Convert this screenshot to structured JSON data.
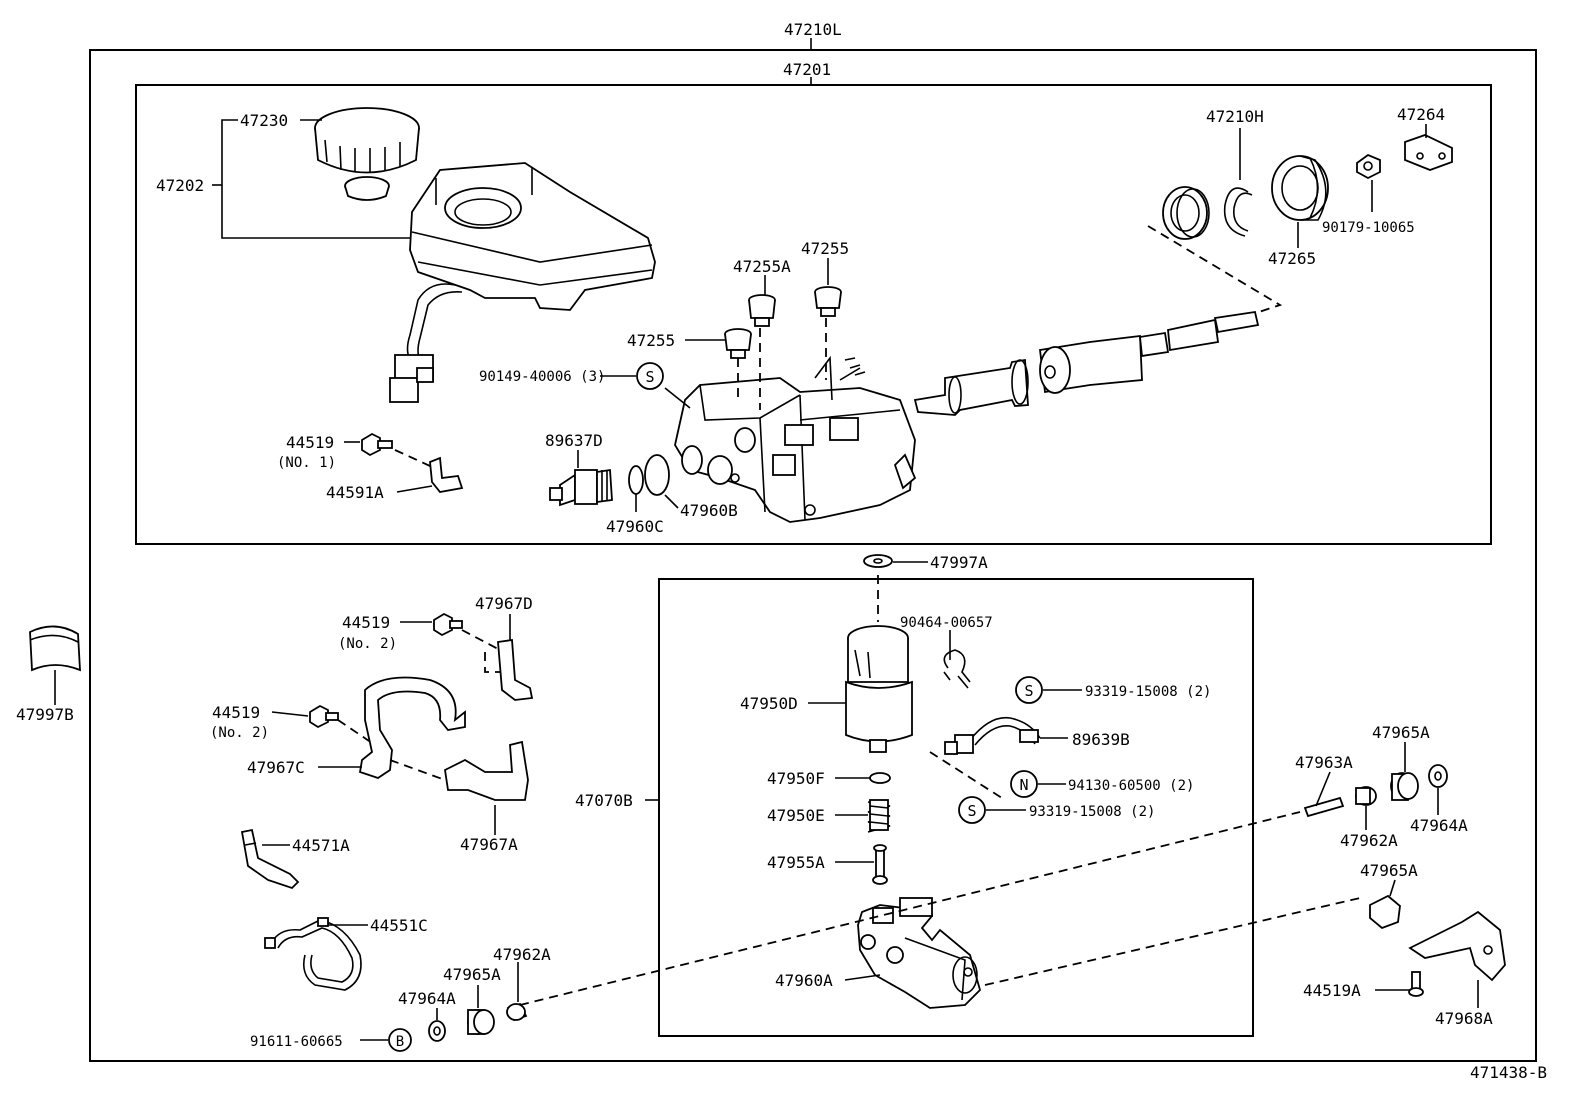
{
  "labels": {
    "p47210L": "47210L",
    "p47201": "47201",
    "p47230": "47230",
    "p47202": "47202",
    "p47210H": "47210H",
    "p47264": "47264",
    "p90179": "90179-10065",
    "p47265": "47265",
    "p47255A": "47255A",
    "p47255a": "47255",
    "p47255b": "47255",
    "p90149": "90149-40006 (3)",
    "p44519_1": "44519",
    "p44519_1_note": "(NO. 1)",
    "p44591A": "44591A",
    "p89637D": "89637D",
    "p47960C": "47960C",
    "p47960B": "47960B",
    "p47997A": "47997A",
    "p90464": "90464-00657",
    "p93319_a": "93319-15008 (2)",
    "p89639B": "89639B",
    "p94130": "94130-60500 (2)",
    "p93319_b": "93319-15008 (2)",
    "p47950D": "47950D",
    "p47950F": "47950F",
    "p47950E": "47950E",
    "p47955A": "47955A",
    "p47070B": "47070B",
    "p47960A": "47960A",
    "p47997B": "47997B",
    "p44519_2a": "44519",
    "p44519_2a_note": "(No. 2)",
    "p47967D": "47967D",
    "p44519_2b": "44519",
    "p44519_2b_note": "(No. 2)",
    "p47967C": "47967C",
    "p47967A": "47967A",
    "p44571A": "44571A",
    "p44551C": "44551C",
    "p47962A_l": "47962A",
    "p47965A_l": "47965A",
    "p47964A_l": "47964A",
    "p91611": "91611-60665",
    "p47963A": "47963A",
    "p47965A_r1": "47965A",
    "p47962A_r": "47962A",
    "p47964A_r": "47964A",
    "p47965A_r2": "47965A",
    "p44519A": "44519A",
    "p47968A": "47968A",
    "p471438": "471438-B"
  },
  "symbols": {
    "S1": "S",
    "S2": "S",
    "S3": "S",
    "N1": "N",
    "B1": "B"
  }
}
